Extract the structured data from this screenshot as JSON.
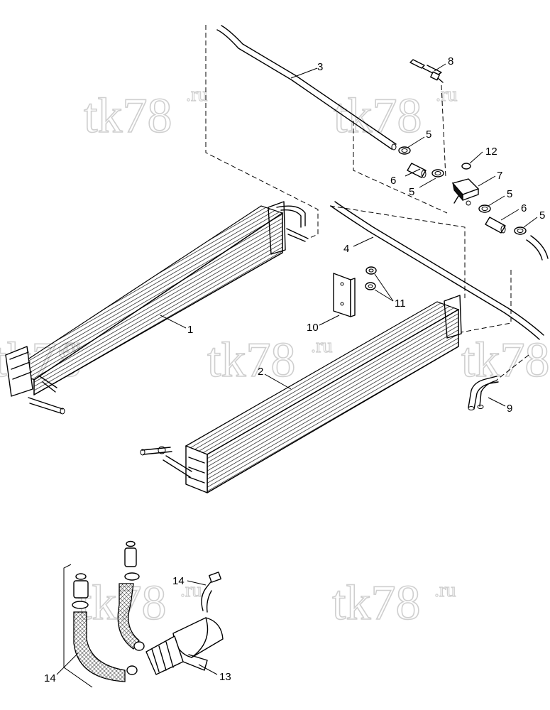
{
  "watermark": {
    "text": "tk78",
    "suffix": ".ru"
  },
  "callouts": {
    "c1": "1",
    "c2": "2",
    "c3": "3",
    "c4": "4",
    "c5a": "5",
    "c5b": "5",
    "c5c": "5",
    "c5d": "5",
    "c6a": "6",
    "c6b": "6",
    "c7": "7",
    "c8": "8",
    "c9": "9",
    "c10": "10",
    "c11": "11",
    "c12": "12",
    "c13": "13",
    "c14a": "14",
    "c14b": "14"
  }
}
